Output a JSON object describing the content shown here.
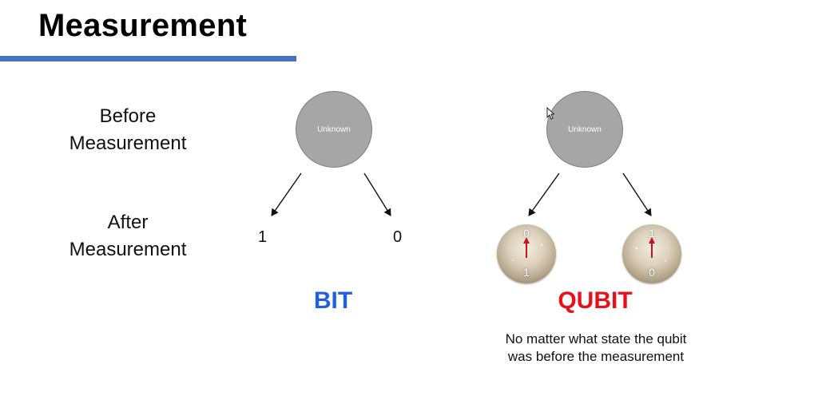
{
  "slide": {
    "title": "Measurement"
  },
  "rows": {
    "before": [
      "Before",
      "Measurement"
    ],
    "after": [
      "After",
      "Measurement"
    ]
  },
  "bit": {
    "state_label": "Unknown",
    "outcome_left": "1",
    "outcome_right": "0",
    "caption": "BIT",
    "caption_color": "#1f5fe0"
  },
  "qubit": {
    "state_label": "Unknown",
    "caption": "QUBIT",
    "caption_color": "#e8101a",
    "left_sphere": {
      "top": "0",
      "bottom": "1"
    },
    "right_sphere": {
      "top": "1",
      "bottom": "0"
    },
    "note": [
      "No matter what state the qubit",
      "was before the measurement"
    ]
  },
  "colors": {
    "accent_bar": "#4472c4",
    "unknown_circle": "#a6a6a6",
    "spin_arrow": "#d0121b"
  }
}
